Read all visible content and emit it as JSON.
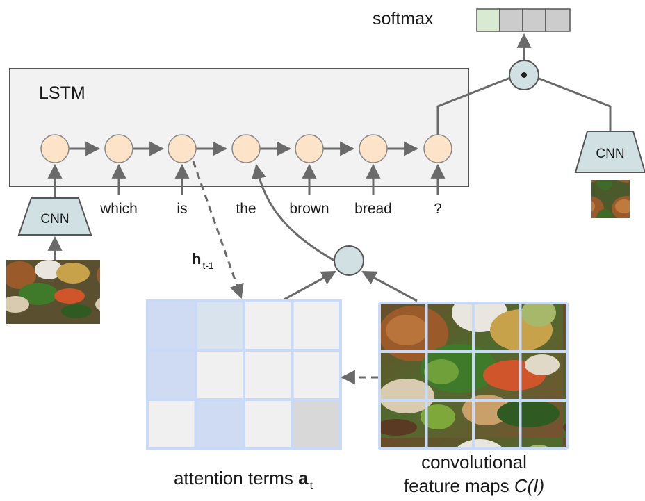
{
  "labels": {
    "softmax": "softmax",
    "lstm": "LSTM",
    "cnn": "CNN",
    "hidden_base": "h",
    "hidden_sub": "t-1",
    "attention_prefix": "attention terms ",
    "attention_symbol": "a",
    "attention_sub": "t",
    "feature_line1": "convolutional",
    "feature_line2_prefix": "feature maps ",
    "feature_line2_symbol": "C(I)"
  },
  "words": [
    "which",
    "is",
    "the",
    "brown",
    "bread",
    "?"
  ],
  "softmax_cells": [
    "active",
    "off",
    "off",
    "off"
  ],
  "attention_grid": [
    [
      "#cfdaf3",
      "#d9e3ee",
      "#f0f0f0",
      "#f0f0f0"
    ],
    [
      "#cfdaf3",
      "#f0f0f0",
      "#f0f0f0",
      "#f0f0f0"
    ],
    [
      "#f0f0f0",
      "#cfdaf3",
      "#f0f0f0",
      "#d8d8d8"
    ]
  ],
  "colors": {
    "lstm_node": "#fde3c8",
    "lstm_box": "#f2f2f2",
    "cnn_fill": "#d0e0e3",
    "merge_node": "#d0e0e3",
    "arrow": "#6a6a6a",
    "grid_border": "#c9daf8",
    "softmax_active": "#d9ead3",
    "softmax_off": "#cccccc"
  }
}
